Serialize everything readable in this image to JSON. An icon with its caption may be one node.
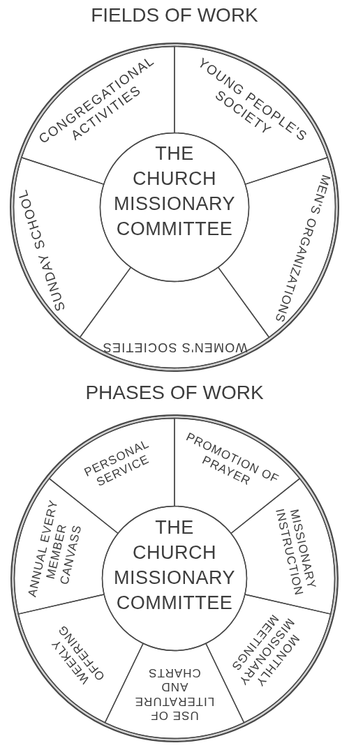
{
  "diagram": {
    "nodes": [
      {
        "text": [
          "FIELDS OF WORK"
        ]
      },
      {
        "text": [
          "THE CHURCH MISSIONARY COMMITTEE"
        ],
        "in": 0
      },
      {
        "text": [
          "CONGREGATIONAL ACTIVITIES"
        ],
        "in": 0
      },
      {
        "text": [
          "YOUNG PEOPLE'S SOCIETY"
        ],
        "in": 0
      },
      {
        "text": [
          "MEN'S ORGANIZATIONS"
        ],
        "in": 0
      },
      {
        "text": [
          "WOMEN'S SOCIETIES"
        ],
        "in": 0
      },
      {
        "text": [
          "SUNDAY SCHOOL"
        ],
        "in": 0
      },
      {
        "text": [
          "PHASES OF WORK"
        ]
      },
      {
        "text": [
          "THE CHURCH MISSIONARY COMMITTEE"
        ],
        "in": 7
      },
      {
        "text": [
          "PERSONAL SERVICE"
        ],
        "in": 7
      },
      {
        "text": [
          "PROMOTION OF PRAYER"
        ],
        "in": 7
      },
      {
        "text": [
          "MISSIONARY INSTRUCTION"
        ],
        "in": 7
      },
      {
        "text": [
          "MONTHLY MISSIONARY MEETINGS"
        ],
        "in": 7
      },
      {
        "text": [
          "USE OF LITERATURE AND CHARTS"
        ],
        "in": 7
      },
      {
        "text": [
          "WEEKLY OFFERING"
        ],
        "in": 7
      },
      {
        "text": [
          "ANNUAL EVERY MEMBER CANVASS"
        ],
        "in": 7
      }
    ]
  }
}
